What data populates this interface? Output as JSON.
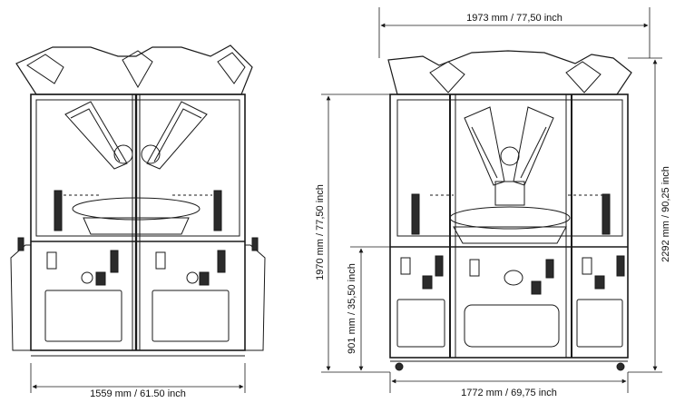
{
  "dimensions": {
    "left_width": "1559 mm / 61.50 inch",
    "right_width_top": "1973 mm / 77,50 inch",
    "right_width_bottom": "1772 mm / 69,75 inch",
    "height_total": "2292 mm / 90,25 inch",
    "height_cabinet": "1970 mm / 77,50 inch",
    "height_base": "901 mm / 35,50 inch"
  },
  "colors": {
    "line": "#1a1a1a",
    "fill_dark": "#2b2b2b",
    "bg": "#ffffff"
  }
}
